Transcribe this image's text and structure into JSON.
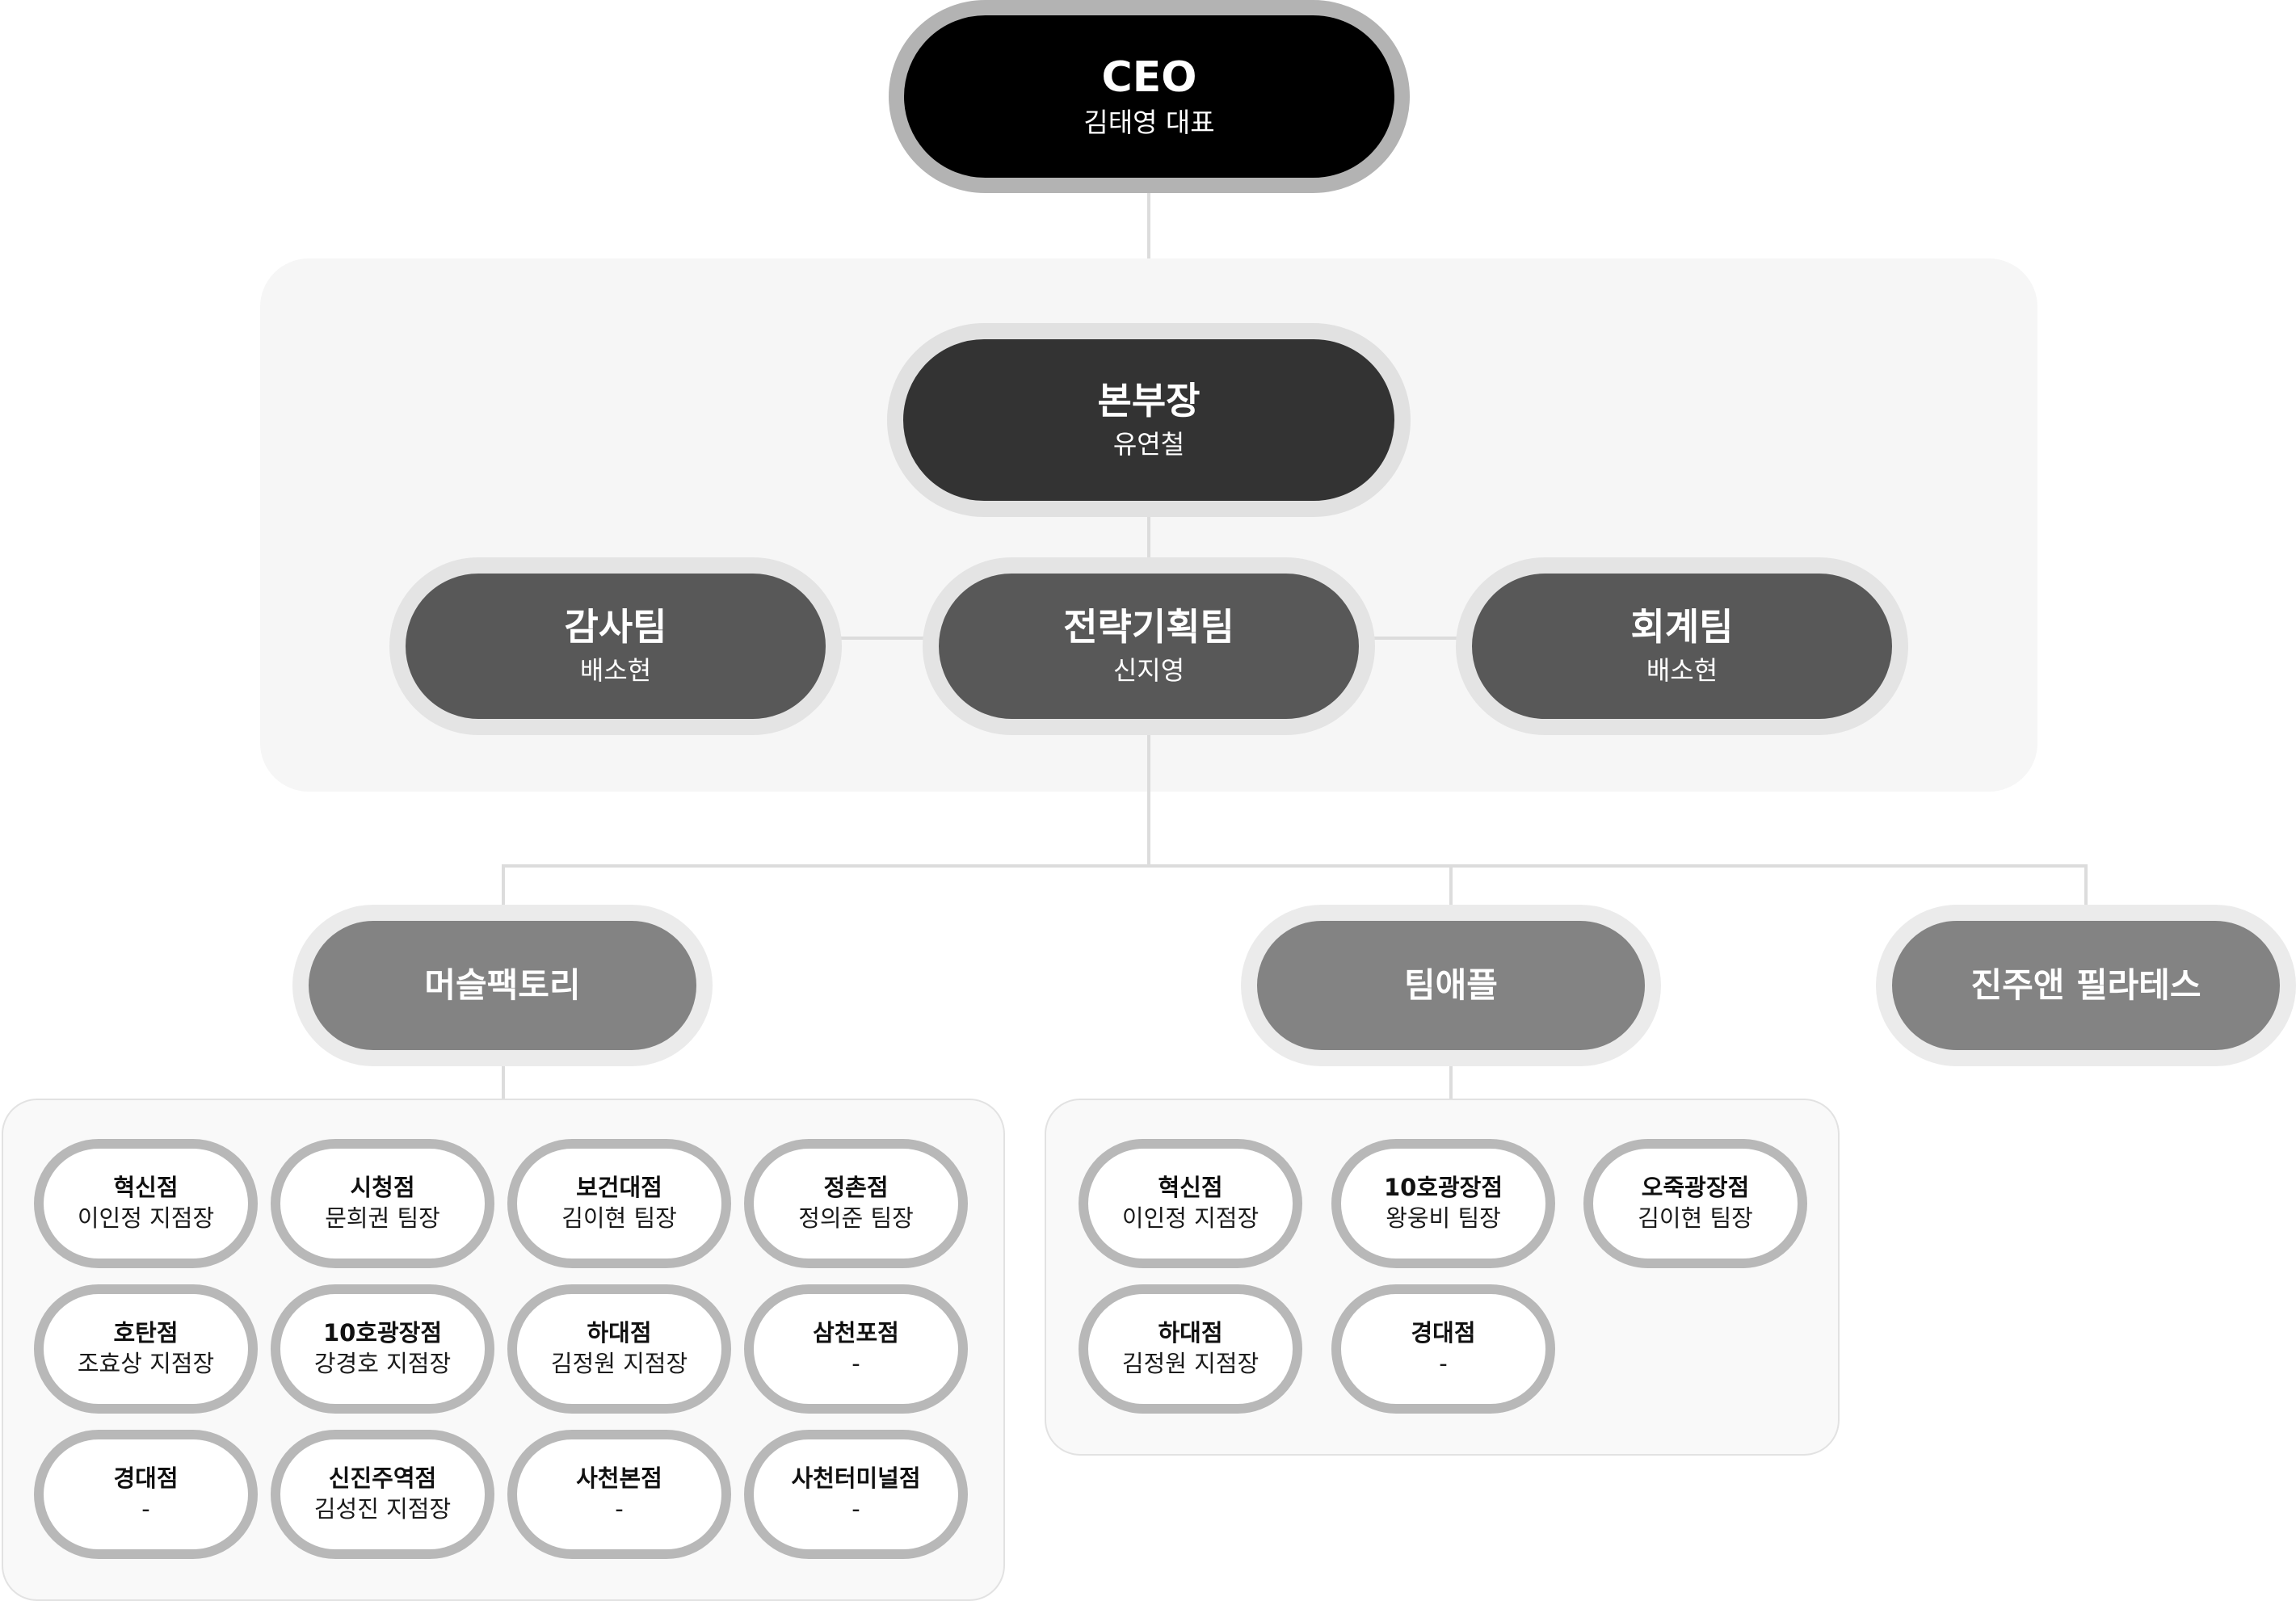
{
  "colors": {
    "ceo_fill": "#000000",
    "ceo_ring": "#b3b3b3",
    "hq_fill": "#333333",
    "team_fill": "#585858",
    "brand_fill": "#838383",
    "branch_ring": "#b8b8b8",
    "connector": "#dcdcdc",
    "panel_fill": "#f6f6f6"
  },
  "ceo": {
    "title": "CEO",
    "name": "김태영 대표"
  },
  "hq": {
    "title": "본부장",
    "name": "유연철"
  },
  "teams": [
    {
      "title": "감사팀",
      "name": "배소현"
    },
    {
      "title": "전략기획팀",
      "name": "신지영"
    },
    {
      "title": "회계팀",
      "name": "배소현"
    }
  ],
  "brands": [
    {
      "title": "머슬팩토리",
      "branches": [
        {
          "name": "혁신점",
          "manager": "이인정 지점장"
        },
        {
          "name": "시청점",
          "manager": "문희권 팀장"
        },
        {
          "name": "보건대점",
          "manager": "김이현 팀장"
        },
        {
          "name": "정촌점",
          "manager": "정의준 팀장"
        },
        {
          "name": "호탄점",
          "manager": "조효상 지점장"
        },
        {
          "name": "10호광장점",
          "manager": "강경호 지점장"
        },
        {
          "name": "하대점",
          "manager": "김정원 지점장"
        },
        {
          "name": "삼천포점",
          "manager": "-"
        },
        {
          "name": "경대점",
          "manager": "-"
        },
        {
          "name": "신진주역점",
          "manager": "김성진 지점장"
        },
        {
          "name": "사천본점",
          "manager": "-"
        },
        {
          "name": "사천터미널점",
          "manager": "-"
        }
      ]
    },
    {
      "title": "팀애플",
      "branches": [
        {
          "name": "혁신점",
          "manager": "이인정 지점장"
        },
        {
          "name": "10호광장점",
          "manager": "왕웅비 팀장"
        },
        {
          "name": "오죽광장점",
          "manager": "김이현 팀장"
        },
        {
          "name": "하대점",
          "manager": "김정원 지점장"
        },
        {
          "name": "경대점",
          "manager": "-"
        }
      ]
    },
    {
      "title": "진주앤 필라테스",
      "branches": []
    }
  ]
}
